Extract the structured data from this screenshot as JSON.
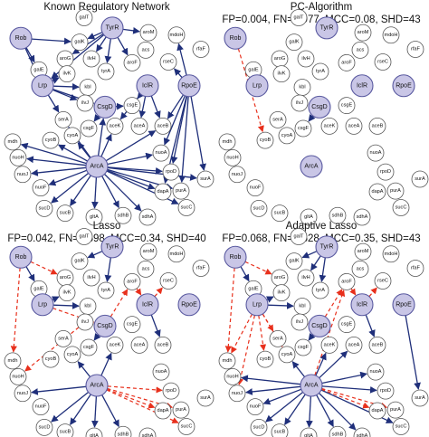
{
  "colors": {
    "hub_fill": "#c9c6e6",
    "hub_stroke": "#5a5aa0",
    "leaf_fill": "#ffffff",
    "leaf_stroke": "#555555",
    "true_edge": "#1f2f7a",
    "false_edge": "#e8301c"
  },
  "hubs": [
    "Rob",
    "TyrR",
    "Lrp",
    "IclR",
    "CsgD",
    "RpoE",
    "ArcA"
  ],
  "panels": [
    {
      "id": "known",
      "title": "Known Regulatory Network",
      "subtitle": "",
      "true_edges": [
        [
          "Rob",
          "galK"
        ],
        [
          "Rob",
          "galE"
        ],
        [
          "Rob",
          "Lrp"
        ],
        [
          "TyrR",
          "galK"
        ],
        [
          "TyrR",
          "aroM"
        ],
        [
          "TyrR",
          "aroG"
        ],
        [
          "TyrR",
          "ilvH"
        ],
        [
          "TyrR",
          "tyrA"
        ],
        [
          "TyrR",
          "aroF"
        ],
        [
          "TyrR",
          "Lrp"
        ],
        [
          "Lrp",
          "kbl"
        ],
        [
          "Lrp",
          "ilvJ"
        ],
        [
          "Lrp",
          "ilvK"
        ],
        [
          "Lrp",
          "serA"
        ],
        [
          "Lrp",
          "CsgD"
        ],
        [
          "IclR",
          "aceA"
        ],
        [
          "IclR",
          "aceB"
        ],
        [
          "IclR",
          "aceK"
        ],
        [
          "IclR",
          "csgE"
        ],
        [
          "RpoE",
          "rseC"
        ],
        [
          "RpoE",
          "mdoH"
        ],
        [
          "RpoE",
          "aceB"
        ],
        [
          "RpoE",
          "nuoA"
        ],
        [
          "RpoE",
          "rpoD"
        ],
        [
          "RpoE",
          "dapA"
        ],
        [
          "RpoE",
          "purA"
        ],
        [
          "RpoE",
          "surA"
        ],
        [
          "CsgD",
          "csgF"
        ],
        [
          "CsgD",
          "csgE"
        ],
        [
          "ArcA",
          "mdh"
        ],
        [
          "ArcA",
          "cyoB"
        ],
        [
          "ArcA",
          "cyoA"
        ],
        [
          "ArcA",
          "nuoH"
        ],
        [
          "ArcA",
          "nuoJ"
        ],
        [
          "ArcA",
          "nuoF"
        ],
        [
          "ArcA",
          "sucD"
        ],
        [
          "ArcA",
          "sucB"
        ],
        [
          "ArcA",
          "sdhB"
        ],
        [
          "ArcA",
          "sdhA"
        ],
        [
          "ArcA",
          "sucC"
        ],
        [
          "ArcA",
          "gltA"
        ],
        [
          "ArcA",
          "serA"
        ],
        [
          "ArcA",
          "aceK"
        ],
        [
          "ArcA",
          "aceB"
        ],
        [
          "ArcA",
          "nuoA"
        ],
        [
          "ArcA",
          "rpoD"
        ],
        [
          "ArcA",
          "purA"
        ],
        [
          "ArcA",
          "dapA"
        ],
        [
          "ArcA",
          "surA"
        ],
        [
          "ArcA",
          "CsgD"
        ]
      ],
      "false_edges": []
    },
    {
      "id": "pc",
      "title": "PC-Algorithm",
      "subtitle": "FP=0.004, FN=0.977, MCC=0.08, SHD=43",
      "true_edges": [
        [
          "CsgD",
          "csgF"
        ]
      ],
      "false_edges": [
        [
          "Rob",
          "cyoB"
        ]
      ]
    },
    {
      "id": "lasso",
      "title": "Lasso",
      "subtitle": "FP=0.042, FN=0.698, MCC=0.34, SHD=40",
      "true_edges": [
        [
          "Rob",
          "galE"
        ],
        [
          "TyrR",
          "galK"
        ],
        [
          "TyrR",
          "tyrA"
        ],
        [
          "Lrp",
          "ilvK"
        ],
        [
          "Lrp",
          "kbl"
        ],
        [
          "IclR",
          "aceB"
        ],
        [
          "CsgD",
          "csgF"
        ],
        [
          "ArcA",
          "cyoA"
        ],
        [
          "ArcA",
          "nuoJ"
        ],
        [
          "ArcA",
          "sucB"
        ],
        [
          "ArcA",
          "sucD"
        ],
        [
          "ArcA",
          "sdhB"
        ],
        [
          "ArcA",
          "gltA"
        ],
        [
          "ArcA",
          "aceK"
        ]
      ],
      "false_edges": [
        [
          "Rob",
          "aroG"
        ],
        [
          "Rob",
          "mdh"
        ],
        [
          "aroF",
          "IclR"
        ],
        [
          "IclR",
          "rseC"
        ],
        [
          "CsgD",
          "ilvJ"
        ],
        [
          "CsgD",
          "aroF"
        ],
        [
          "Lrp",
          "CsgD"
        ],
        [
          "ArcA",
          "dapA"
        ],
        [
          "ArcA",
          "purA"
        ],
        [
          "ArcA",
          "sucC"
        ],
        [
          "ArcA",
          "rpoD"
        ],
        [
          "ilvJ",
          "nuoH"
        ]
      ]
    },
    {
      "id": "adaptive",
      "title": "Adaptive Lasso",
      "subtitle": "FP=0.068, FN=0.628, MCC=0.35, SHD=43",
      "true_edges": [
        [
          "Rob",
          "galE"
        ],
        [
          "TyrR",
          "galK"
        ],
        [
          "TyrR",
          "tyrA"
        ],
        [
          "TyrR",
          "ilvH"
        ],
        [
          "Lrp",
          "ilvK"
        ],
        [
          "Lrp",
          "kbl"
        ],
        [
          "IclR",
          "aceB"
        ],
        [
          "CsgD",
          "csgF"
        ],
        [
          "RpoE",
          "surA"
        ],
        [
          "ArcA",
          "cyoA"
        ],
        [
          "ArcA",
          "nuoJ"
        ],
        [
          "ArcA",
          "nuoH"
        ],
        [
          "ArcA",
          "nuoF"
        ],
        [
          "ArcA",
          "sucB"
        ],
        [
          "ArcA",
          "sucD"
        ],
        [
          "ArcA",
          "sdhB"
        ],
        [
          "ArcA",
          "sdhA"
        ],
        [
          "ArcA",
          "gltA"
        ],
        [
          "ArcA",
          "aceK"
        ],
        [
          "ArcA",
          "aceA"
        ],
        [
          "ArcA",
          "nuoA"
        ],
        [
          "ArcA",
          "rpoD"
        ],
        [
          "ArcA",
          "sucC"
        ]
      ],
      "false_edges": [
        [
          "Rob",
          "aroG"
        ],
        [
          "Rob",
          "mdh"
        ],
        [
          "Lrp",
          "cyoB"
        ],
        [
          "Lrp",
          "cyoA"
        ],
        [
          "Lrp",
          "mdh"
        ],
        [
          "Lrp",
          "serA"
        ],
        [
          "Lrp",
          "nuoJ"
        ],
        [
          "CsgD",
          "ilvJ"
        ],
        [
          "CsgD",
          "aroF"
        ],
        [
          "aroF",
          "IclR"
        ],
        [
          "IclR",
          "rseC"
        ],
        [
          "ArcA",
          "dapA"
        ],
        [
          "ArcA",
          "purA"
        ],
        [
          "ArcA",
          "aroF"
        ]
      ]
    }
  ]
}
